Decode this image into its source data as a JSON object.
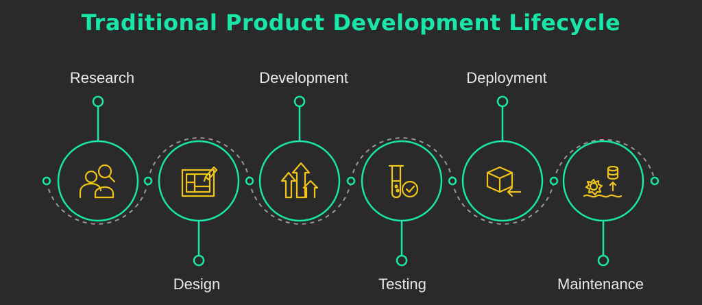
{
  "title": "Traditional Product Development Lifecycle",
  "colors": {
    "background": "#2a2a2a",
    "accent": "#19e6a8",
    "icon": "#f0c419",
    "dashed": "#9a9a9a",
    "label": "#e8e8e8"
  },
  "stages": [
    {
      "label": "Research",
      "icon": "research-people-magnifier-icon"
    },
    {
      "label": "Design",
      "icon": "blueprint-design-icon"
    },
    {
      "label": "Development",
      "icon": "growth-arrows-icon"
    },
    {
      "label": "Testing",
      "icon": "test-tube-check-icon"
    },
    {
      "label": "Deployment",
      "icon": "box-deploy-arrow-icon"
    },
    {
      "label": "Maintenance",
      "icon": "gear-database-maintenance-icon"
    }
  ]
}
